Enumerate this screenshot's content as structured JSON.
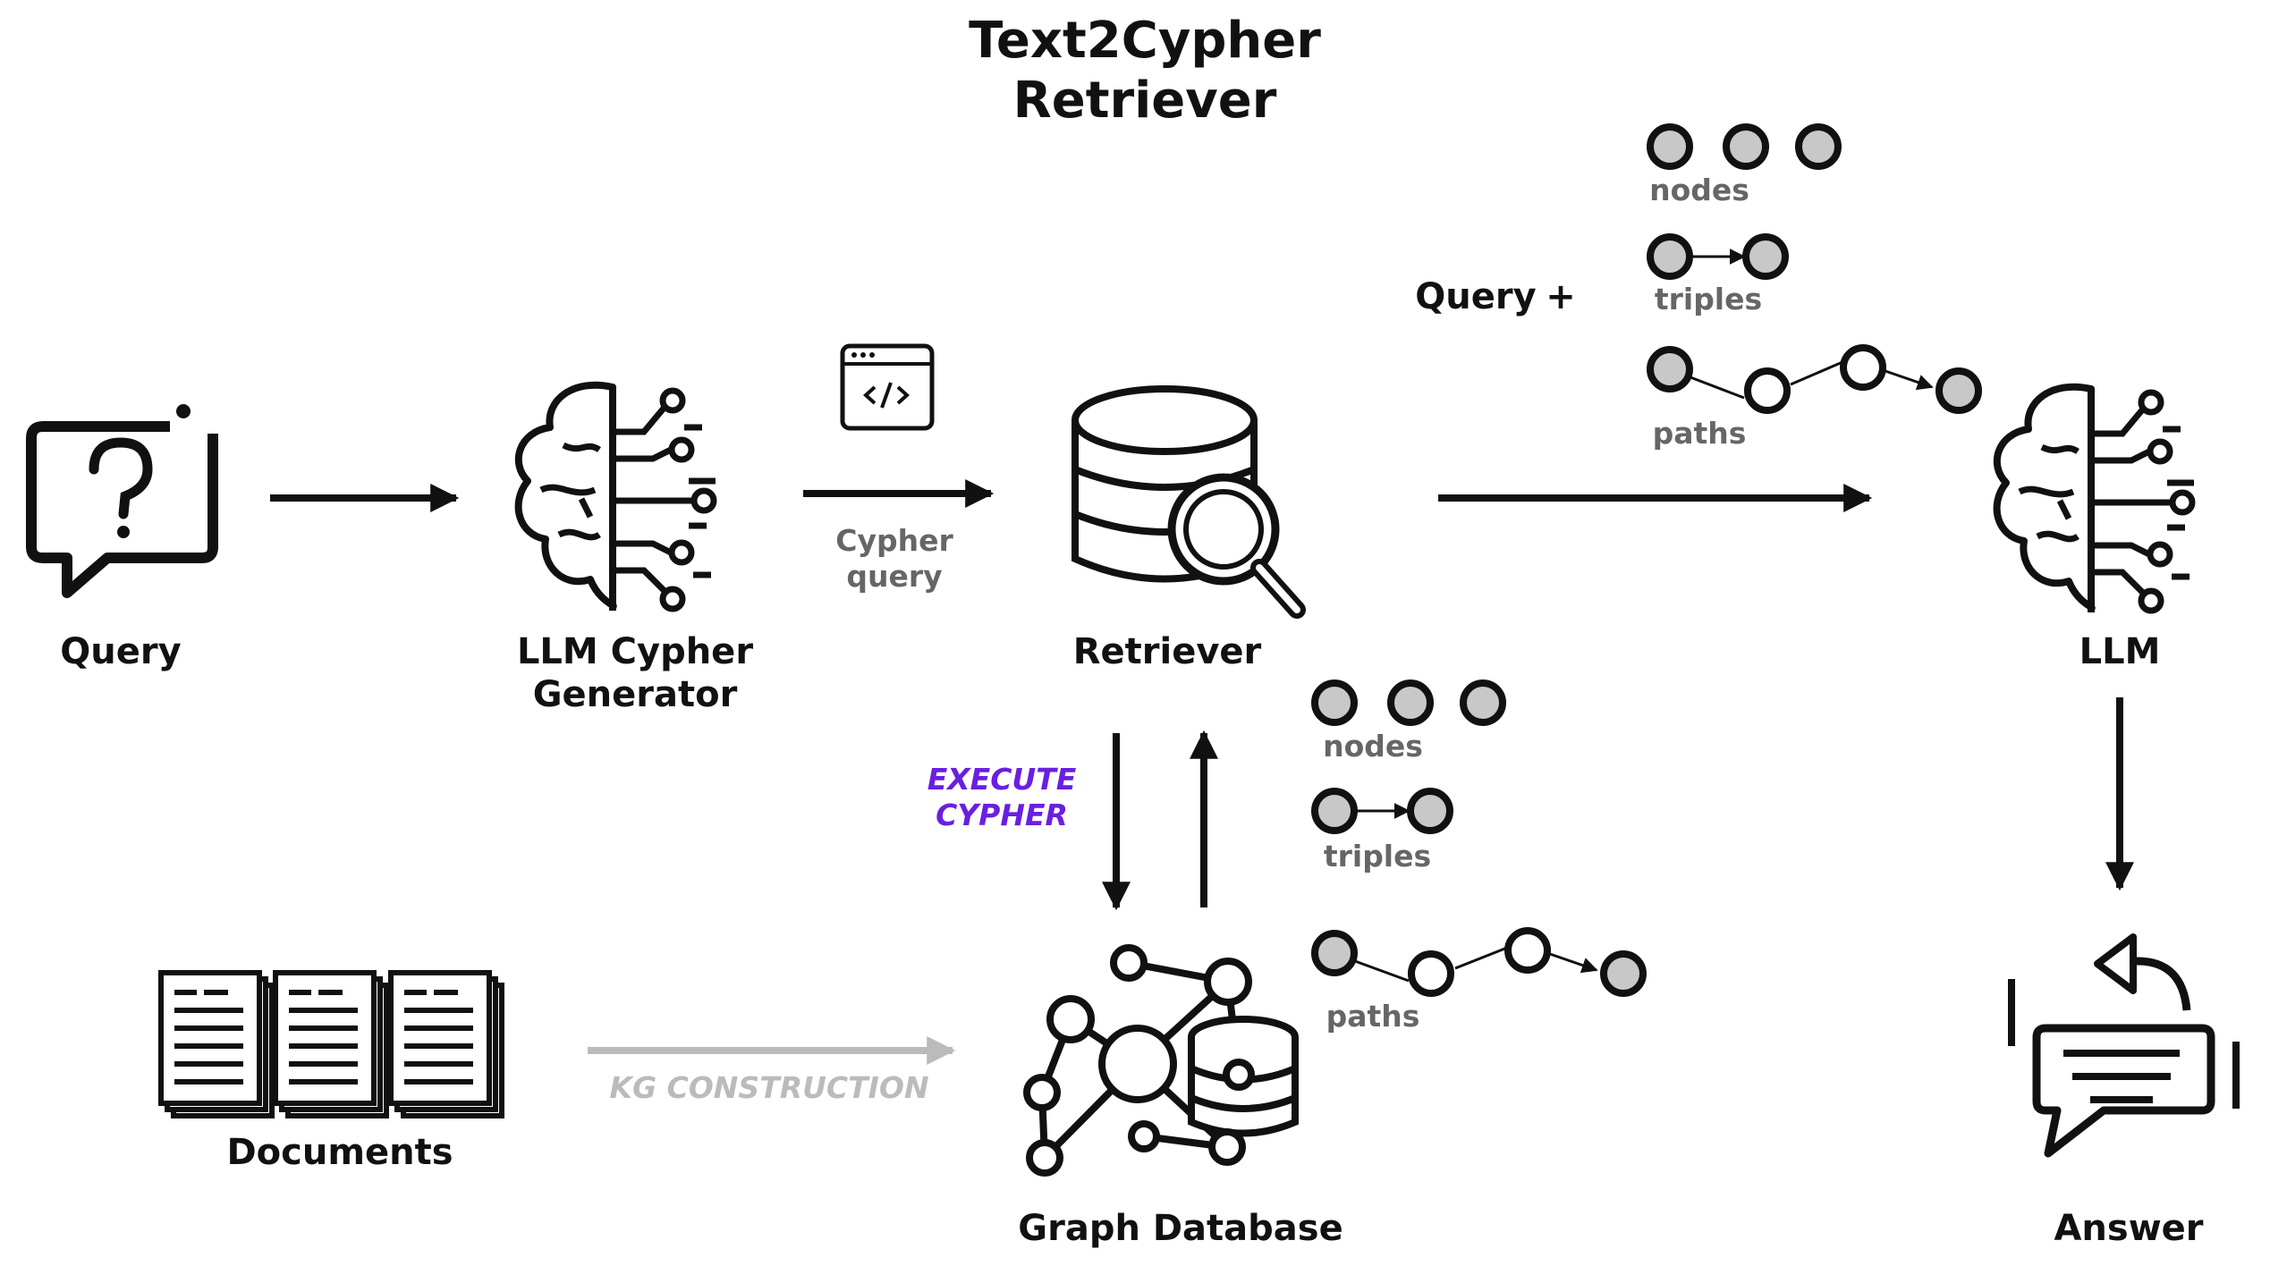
{
  "title": {
    "line1": "Text2Cypher",
    "line2": "Retriever"
  },
  "labels": {
    "query": "Query",
    "llm_generator_line1": "LLM Cypher",
    "llm_generator_line2": "Generator",
    "cypher_query_line1": "Cypher",
    "cypher_query_line2": "query",
    "retriever": "Retriever",
    "llm": "LLM",
    "documents": "Documents",
    "kg_construction": "KG CONSTRUCTION",
    "graph_database": "Graph Database",
    "answer": "Answer",
    "execute_line1": "EXECUTE",
    "execute_line2": "CYPHER",
    "query_plus": "Query",
    "plus": "+"
  },
  "context_items_top": {
    "nodes": "nodes",
    "triples": "triples",
    "paths": "paths"
  },
  "context_items_mid": {
    "nodes": "nodes",
    "triples": "triples",
    "paths": "paths"
  },
  "colors": {
    "execute": "#6a1fe0",
    "kg_arrow": "#bbbbbb",
    "node_fill": "#c8c8c8",
    "stroke": "#111111"
  },
  "icons": [
    "question-bubble-icon",
    "brain-circuit-icon",
    "code-window-icon",
    "database-search-icon",
    "documents-icon",
    "graph-database-icon",
    "answer-chat-icon"
  ]
}
